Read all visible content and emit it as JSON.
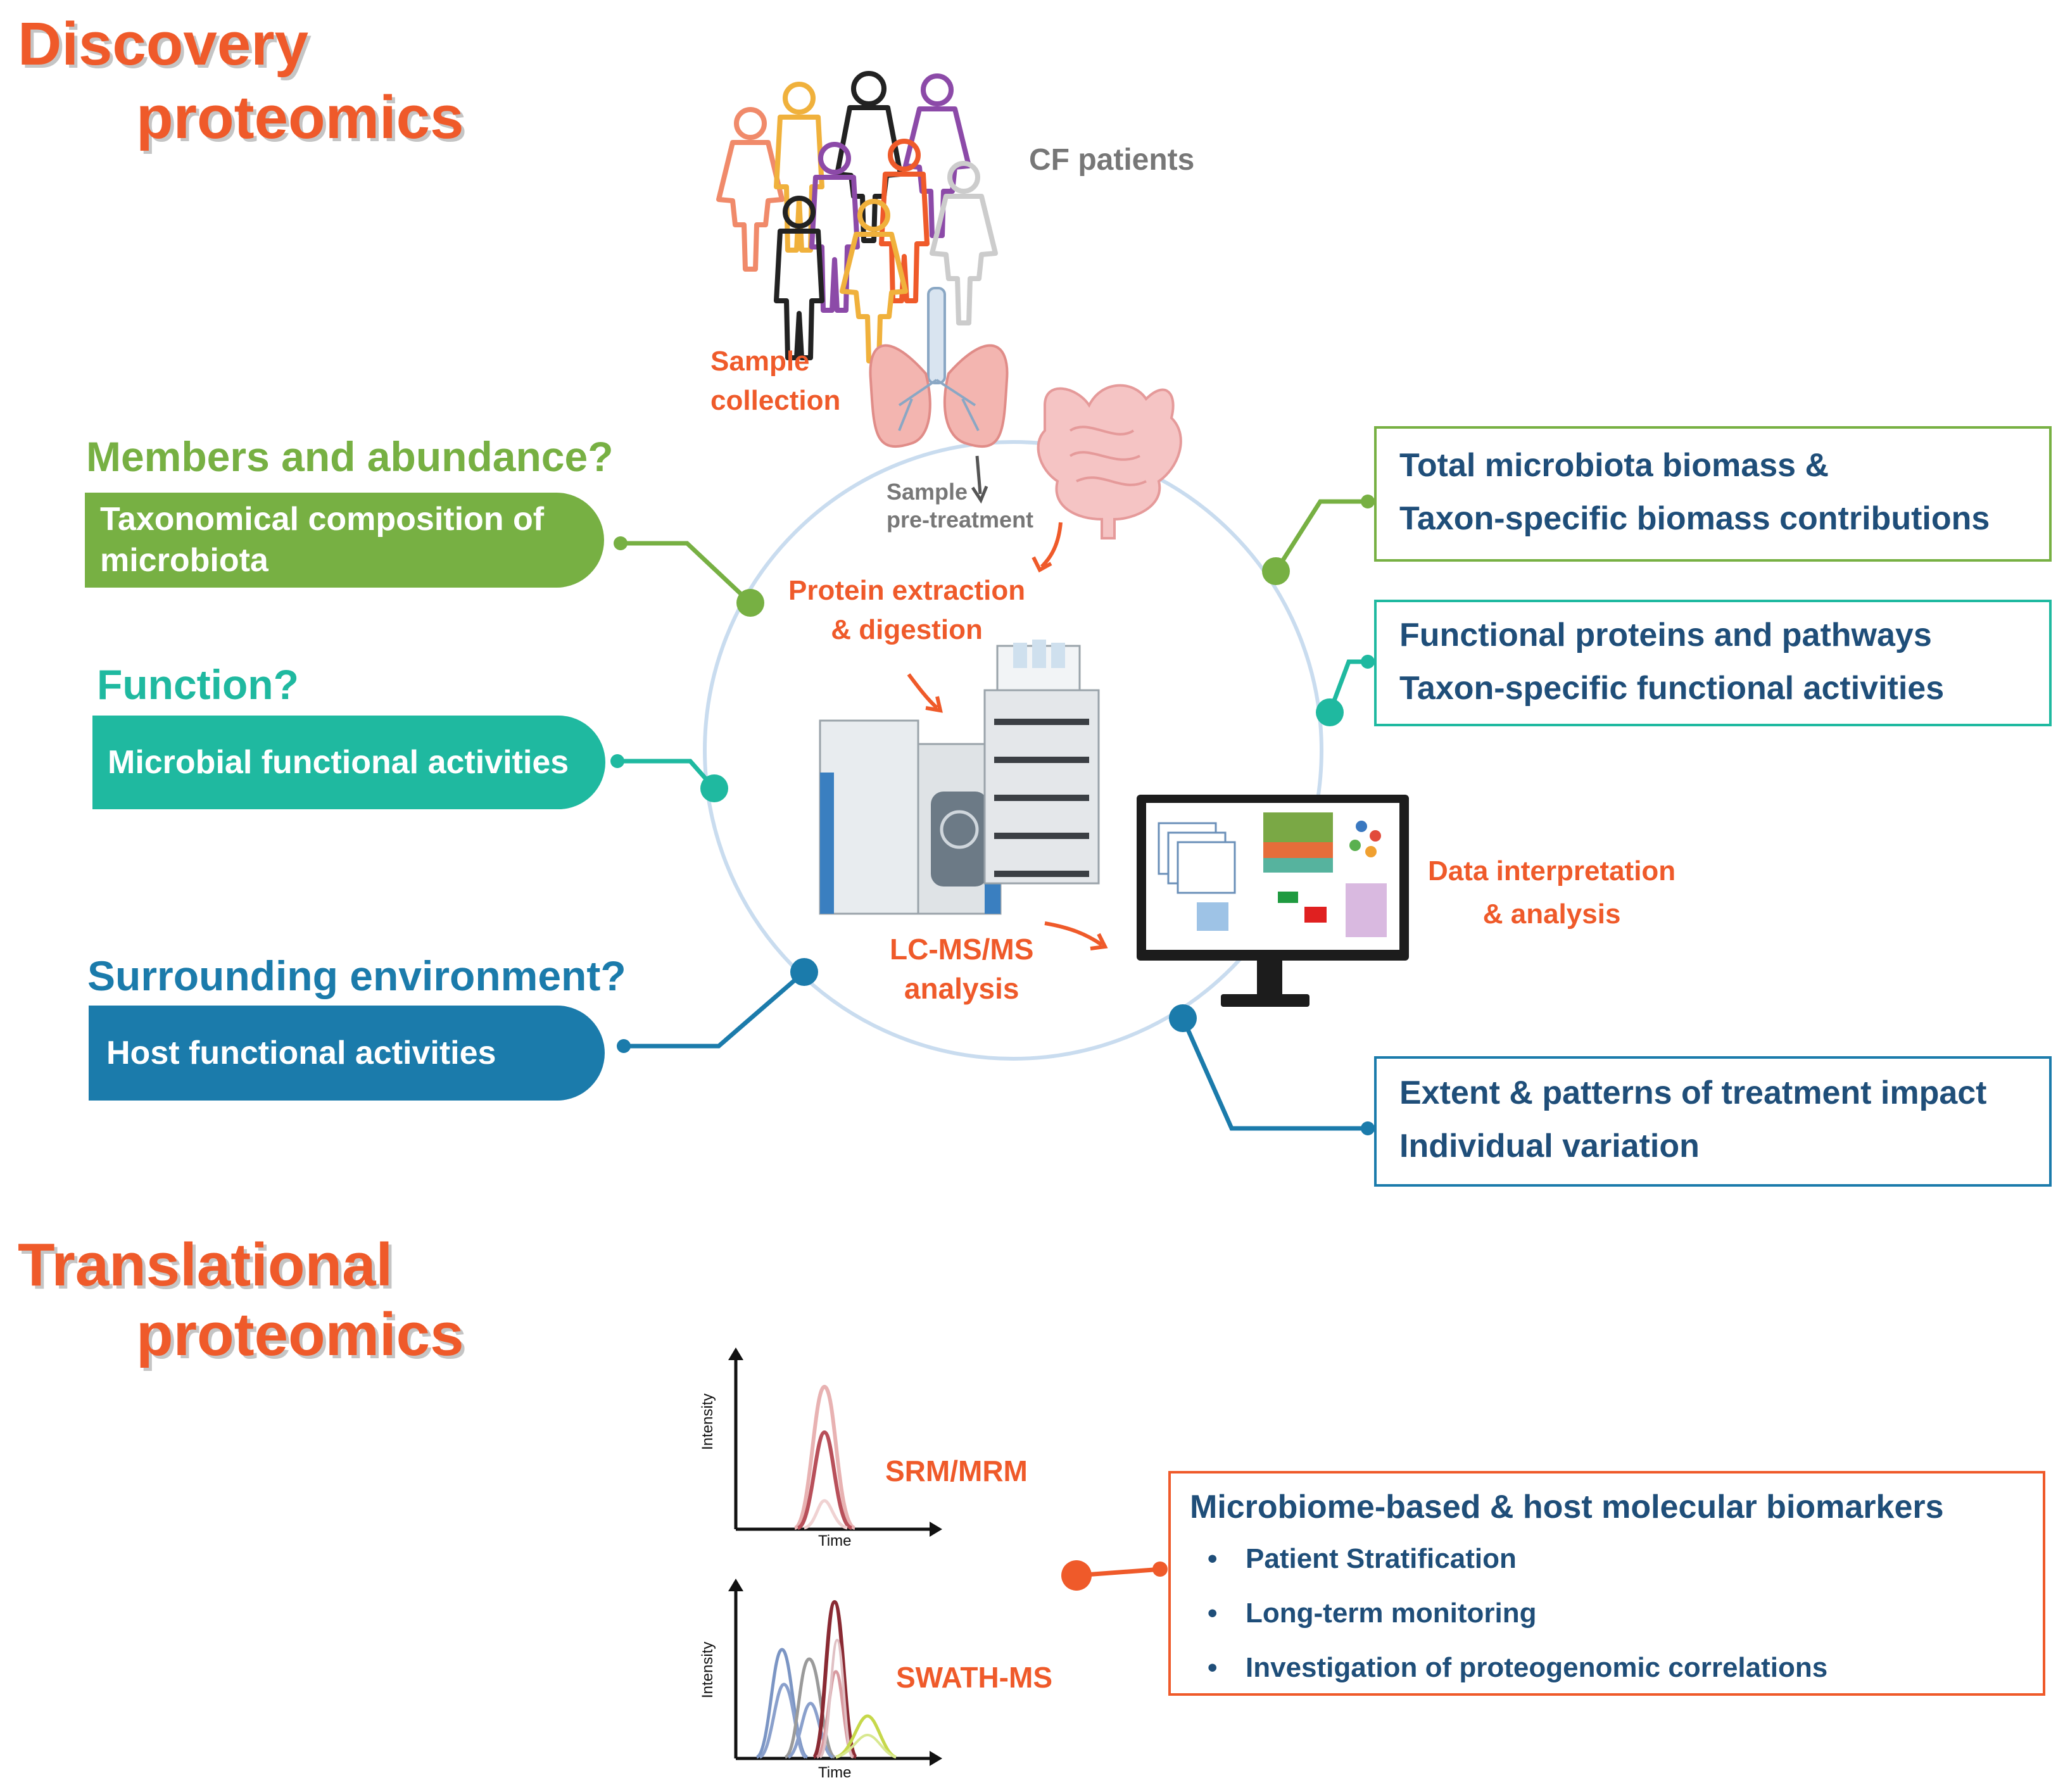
{
  "discovery": {
    "title_line1": "Discovery",
    "title_line2": "proteomics"
  },
  "translational": {
    "title_line1": "Translational",
    "title_line2": "proteomics"
  },
  "patients": {
    "label": "CF patients"
  },
  "workflow": {
    "sample_collection": [
      "Sample",
      "collection"
    ],
    "sample_pretreatment": [
      "Sample",
      "pre-treatment"
    ],
    "protein_extraction": [
      "Protein extraction",
      "& digestion"
    ],
    "lcms": [
      "LC-MS/MS",
      "analysis"
    ],
    "data_interpretation": [
      "Data interpretation",
      "& analysis"
    ]
  },
  "left_questions": [
    {
      "question": "Members and abundance?",
      "answer": [
        "Taxonomical composition of",
        "microbiota"
      ],
      "color": "#77b043"
    },
    {
      "question": "Function?",
      "answer": [
        "Microbial functional activities"
      ],
      "color": "#1fb9a0"
    },
    {
      "question": "Surrounding environment?",
      "answer": [
        "Host functional activities"
      ],
      "color": "#1b7bab"
    }
  ],
  "right_boxes": [
    {
      "lines": [
        "Total microbiota biomass &",
        "Taxon-specific biomass contributions"
      ],
      "color": "#77b043"
    },
    {
      "lines": [
        "Functional proteins and pathways",
        "Taxon-specific functional activities"
      ],
      "color": "#1fb9a0"
    },
    {
      "lines": [
        "Extent & patterns of treatment impact",
        "Individual variation"
      ],
      "color": "#1b7bab"
    }
  ],
  "srm": {
    "label": "SRM/MRM",
    "ylabel": "Intensity",
    "xlabel": "Time"
  },
  "swath": {
    "label": "SWATH-MS",
    "ylabel": "Intensity",
    "xlabel": "Time"
  },
  "biomarkers": {
    "title": "Microbiome-based & host molecular biomarkers",
    "bullet": "•",
    "items": [
      "Patient Stratification",
      "Long-term monitoring",
      "Investigation of proteogenomic correlations"
    ],
    "color": "#ef5a2a"
  }
}
